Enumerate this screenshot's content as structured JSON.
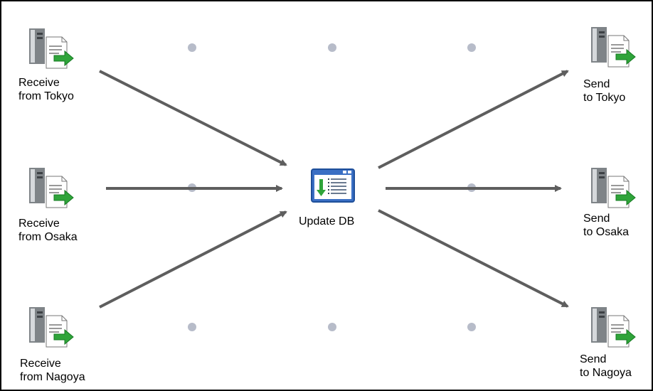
{
  "diagram": {
    "nodes": [
      {
        "id": "receive-tokyo",
        "kind": "server",
        "label": "Receive\nfrom Tokyo"
      },
      {
        "id": "receive-osaka",
        "kind": "server",
        "label": "Receive\nfrom Osaka"
      },
      {
        "id": "receive-nagoya",
        "kind": "server",
        "label": "Receive\nfrom Nagoya"
      },
      {
        "id": "update-db",
        "kind": "process",
        "label": "Update DB"
      },
      {
        "id": "send-tokyo",
        "kind": "server",
        "label": "Send\nto Tokyo"
      },
      {
        "id": "send-osaka",
        "kind": "server",
        "label": "Send\nto Osaka"
      },
      {
        "id": "send-nagoya",
        "kind": "server",
        "label": "Send\nto Nagoya"
      }
    ],
    "edges": [
      {
        "from": "receive-tokyo",
        "to": "update-db"
      },
      {
        "from": "receive-osaka",
        "to": "update-db"
      },
      {
        "from": "receive-nagoya",
        "to": "update-db"
      },
      {
        "from": "update-db",
        "to": "send-tokyo"
      },
      {
        "from": "update-db",
        "to": "send-osaka"
      },
      {
        "from": "update-db",
        "to": "send-nagoya"
      }
    ],
    "colors": {
      "edge": "#5e5e5e",
      "grid_dot": "#b7bcc9",
      "server_body": "#7f8488",
      "server_light": "#d6d9dc",
      "doc": "#ffffff",
      "arrow_green": "#2fa43a",
      "process_blue": "#3a6fc4"
    },
    "icons": {
      "server": "server-document-send-icon",
      "process": "database-update-window-icon"
    }
  }
}
